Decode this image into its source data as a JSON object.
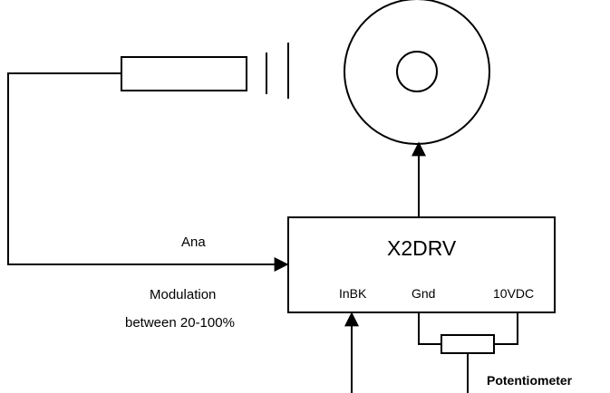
{
  "diagram": {
    "controller": {
      "label": "X2DRV"
    },
    "terminals": {
      "inbk": "InBK",
      "gnd": "Gnd",
      "vdc": "10VDC"
    },
    "signal": {
      "label": "Ana",
      "modulation_line1": "Modulation",
      "modulation_line2": "between 20-100%"
    },
    "potentiometer": {
      "label": "Potentiometer"
    }
  }
}
